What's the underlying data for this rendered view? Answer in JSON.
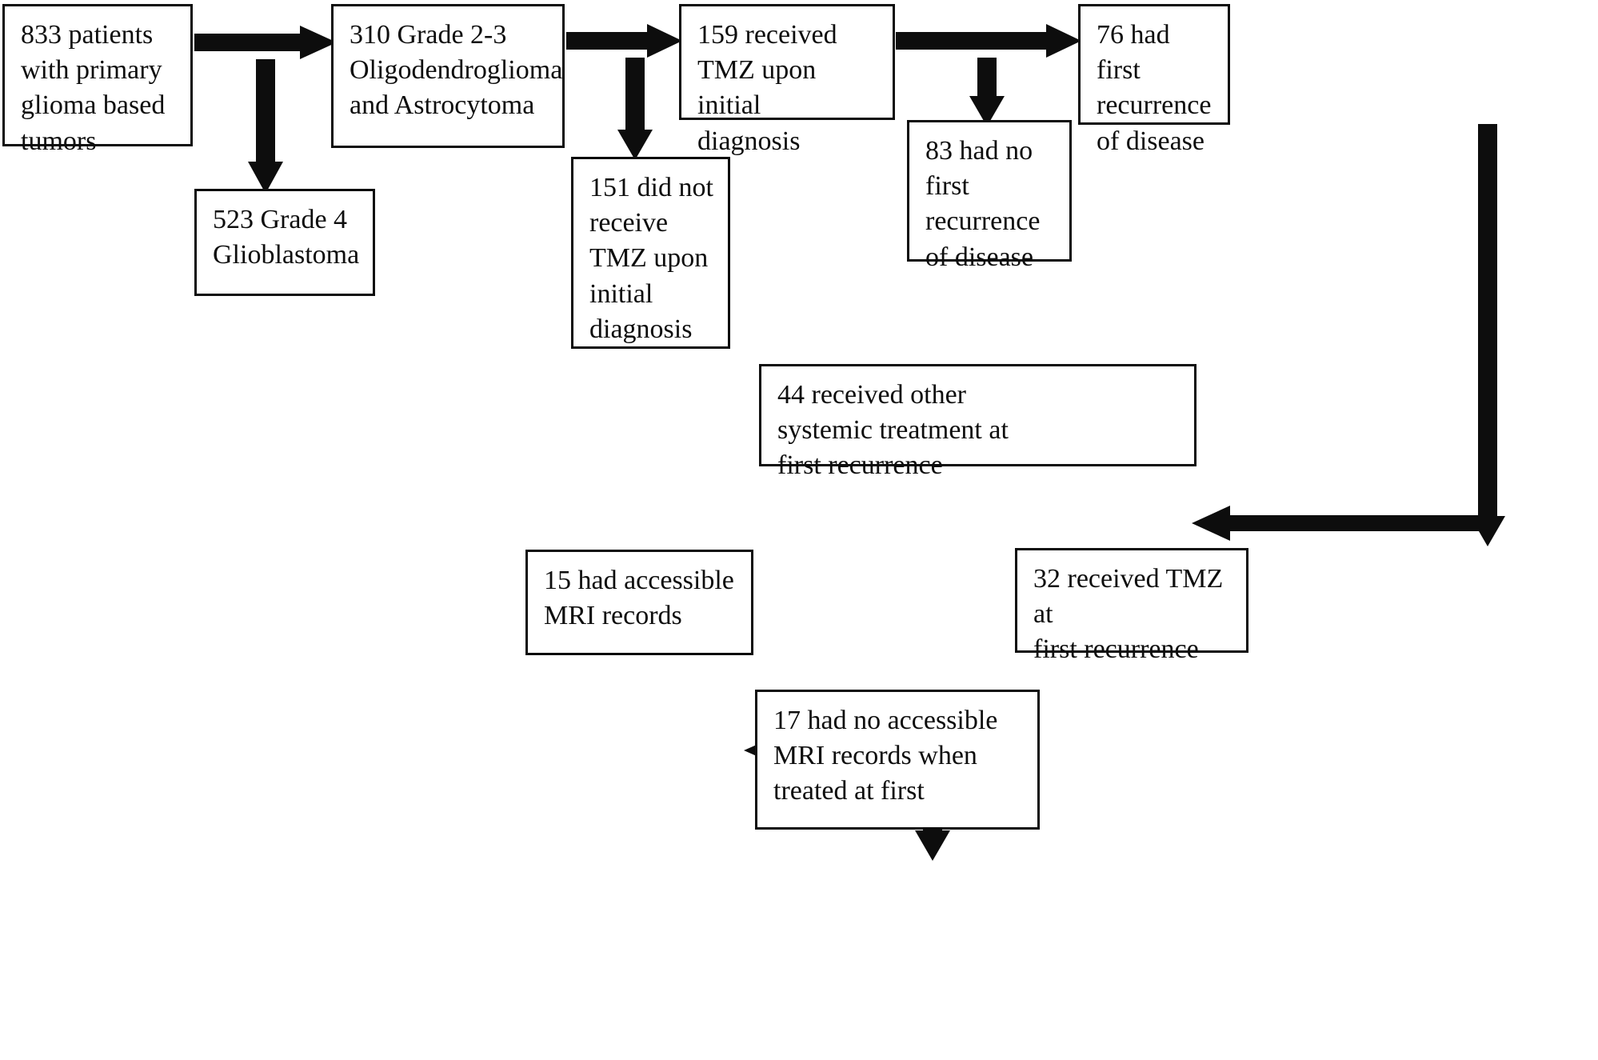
{
  "diagram": {
    "type": "flowchart",
    "title": "Patient selection flow for primary glioma TMZ study",
    "colors": {
      "ink": "#0d0d0d",
      "background": "#ffffff",
      "box_border": "#0d0d0d"
    },
    "nodes": [
      {
        "id": "n1",
        "text": "833 patients\nwith primary\nglioma based\ntumors",
        "count": 833
      },
      {
        "id": "n2",
        "text": "310 Grade 2-3\nOligodendroglioma\nand Astrocytoma",
        "count": 310
      },
      {
        "id": "n3",
        "text": "523 Grade 4\nGlioblastoma",
        "count": 523
      },
      {
        "id": "n4",
        "text": "159 received\nTMZ upon initial\ndiagnosis",
        "count": 159
      },
      {
        "id": "n5",
        "text": "151 did not\nreceive\nTMZ upon\ninitial\ndiagnosis",
        "count": 151
      },
      {
        "id": "n6",
        "text": "76 had first\nrecurrence\nof disease",
        "count": 76
      },
      {
        "id": "n7",
        "text": "83 had no\nfirst\nrecurrence\nof disease",
        "count": 83
      },
      {
        "id": "n8",
        "text": "44 received other\nsystemic treatment at\nfirst recurrence",
        "count": 44
      },
      {
        "id": "n9",
        "text": "15 had accessible\nMRI records",
        "count": 15
      },
      {
        "id": "n10",
        "text": "32 received TMZ at\nfirst recurrence",
        "count": 32
      },
      {
        "id": "n11",
        "text": "17 had no accessible\nMRI records when\ntreated at first",
        "count": 17
      }
    ],
    "edges": [
      {
        "id": "e1",
        "from": "n1",
        "to": "n2",
        "direction": "right"
      },
      {
        "id": "e2",
        "from": "n1",
        "to": "n3",
        "direction": "down"
      },
      {
        "id": "e3",
        "from": "n2",
        "to": "n4",
        "direction": "right"
      },
      {
        "id": "e4",
        "from": "n2",
        "to": "n5",
        "direction": "down"
      },
      {
        "id": "e5",
        "from": "n4",
        "to": "n6",
        "direction": "right"
      },
      {
        "id": "e6",
        "from": "n4",
        "to": "n7",
        "direction": "down"
      },
      {
        "id": "e7",
        "from": "n6",
        "to": "n8",
        "direction": "left"
      },
      {
        "id": "e8",
        "from": "n6",
        "to": "n10",
        "direction": "down"
      },
      {
        "id": "e9",
        "from": "n10",
        "to": "n9",
        "direction": "left"
      },
      {
        "id": "e10",
        "from": "n10",
        "to": "n11",
        "direction": "down"
      }
    ]
  }
}
